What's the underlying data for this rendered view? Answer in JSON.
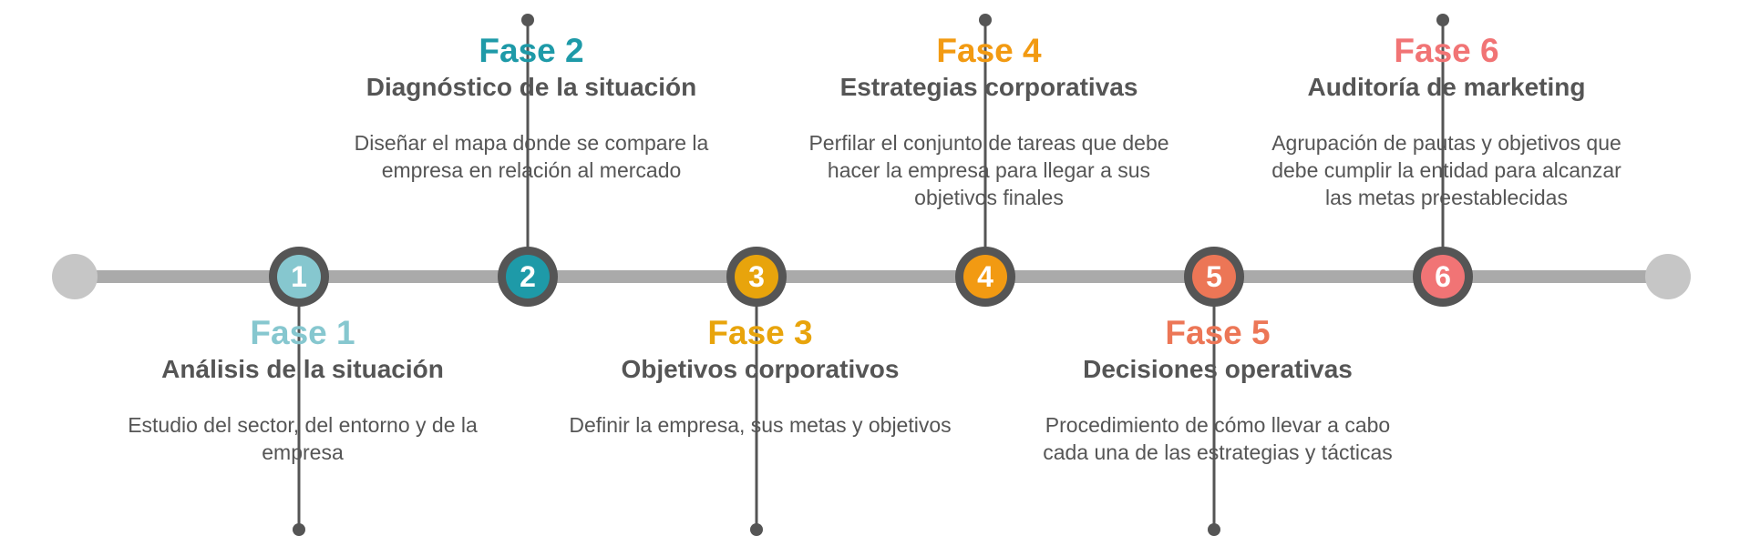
{
  "phases": [
    {
      "number": "1",
      "title": "Fase 1",
      "subtitle": "Análisis de la situación",
      "description": "Estudio del sector, del entorno y de la empresa",
      "color": "#86c7cf",
      "position": "below"
    },
    {
      "number": "2",
      "title": "Fase 2",
      "subtitle": "Diagnóstico de la situación",
      "description": "Diseñar el mapa donde se compare la empresa en relación al mercado",
      "color": "#1e9aa8",
      "position": "above"
    },
    {
      "number": "3",
      "title": "Fase 3",
      "subtitle": "Objetivos corporativos",
      "description": "Definir la empresa, sus metas y objetivos",
      "color": "#e8a40c",
      "position": "below"
    },
    {
      "number": "4",
      "title": "Fase 4",
      "subtitle": "Estrategias corporativas",
      "description": "Perfilar el conjunto de tareas que debe hacer la empresa para llegar a sus objetivos finales",
      "color": "#f29a12",
      "position": "above"
    },
    {
      "number": "5",
      "title": "Fase 5",
      "subtitle": "Decisiones operativas",
      "description": "Procedimiento de cómo llevar a cabo cada una de las estrategias y tácticas",
      "color": "#ec7656",
      "position": "below"
    },
    {
      "number": "6",
      "title": "Fase 6",
      "subtitle": "Auditoría de marketing",
      "description": "Agrupación de pautas y objetivos que debe cumplir la entidad para alcanzar las metas preestablecidas",
      "color": "#f17475",
      "position": "above"
    }
  ],
  "colors": {
    "track": "#aaaaaa",
    "end_cap": "#c6c6c6",
    "ring": "#555555",
    "connector": "#555555",
    "text": "#555555"
  }
}
